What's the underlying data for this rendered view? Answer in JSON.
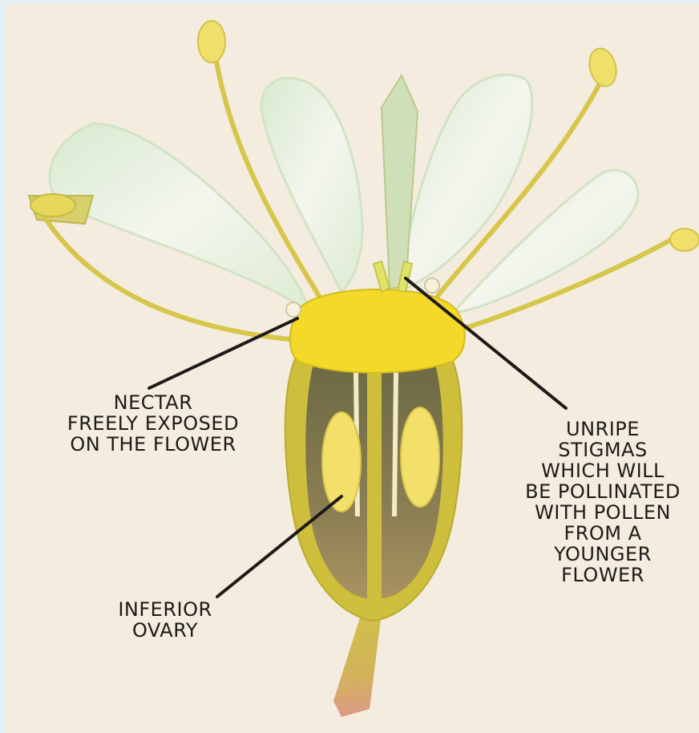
{
  "labels": {
    "nectar": "NECTAR\nFREELY EXPOSED\nON THE FLOWER",
    "stigmas": "UNRIPE\nSTIGMAS\nWHICH WILL\nBE POLLINATED\nWITH POLLEN\nFROM A\nYOUNGER\nFLOWER",
    "ovary": "INFERIOR\nOVARY"
  },
  "colors": {
    "background": "#f4ecdf",
    "petal": "#eef3e6",
    "petal_edge": "#d3e3c4",
    "stamen": "#d6c64a",
    "anther": "#efe06a",
    "disc": "#f3d928",
    "ovary_wall": "#cdbf3b",
    "ovary_chamber": "#7e7446",
    "ovule": "#f2e06a",
    "stalk": "#d3c04a",
    "stalk_base": "#d8a38a",
    "leader_line": "#1d1a17"
  }
}
